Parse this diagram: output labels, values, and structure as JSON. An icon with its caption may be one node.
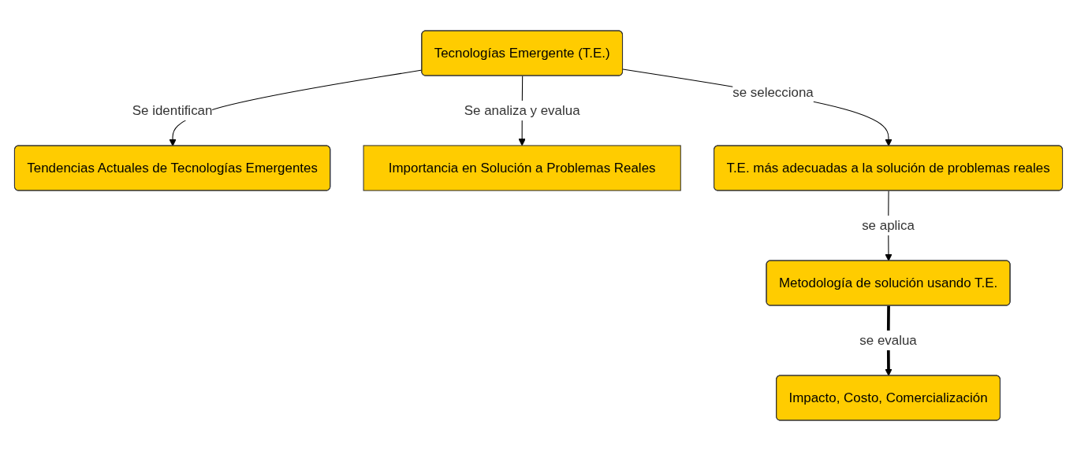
{
  "diagram": {
    "nodes": [
      {
        "text": [
          "Tecnologías Emergente (T.E.)"
        ]
      },
      {
        "text": [
          "Tendencias Actuales de Tecnologías Emergentes"
        ]
      },
      {
        "text": [
          "Importancia en Solución a Problemas Reales"
        ]
      },
      {
        "text": [
          "T.E. más adecuadas a la solución  de problemas reales"
        ]
      },
      {
        "text": [
          "Metodología de solución usando T.E."
        ]
      },
      {
        "text": [
          "Impacto, Costo, Comercialización"
        ]
      }
    ],
    "edges": [
      {
        "from": 0,
        "to": 1,
        "arrow": "to",
        "label": "Se identifican"
      },
      {
        "from": 0,
        "to": 2,
        "arrow": "to",
        "label": "Se analiza y evalua"
      },
      {
        "from": 0,
        "to": 3,
        "arrow": "to",
        "label": "se selecciona"
      },
      {
        "from": 3,
        "to": 4,
        "arrow": "to",
        "label": "se aplica"
      },
      {
        "from": 4,
        "to": 5,
        "arrow": "to",
        "label": "se evalua",
        "style": "thick"
      }
    ]
  }
}
